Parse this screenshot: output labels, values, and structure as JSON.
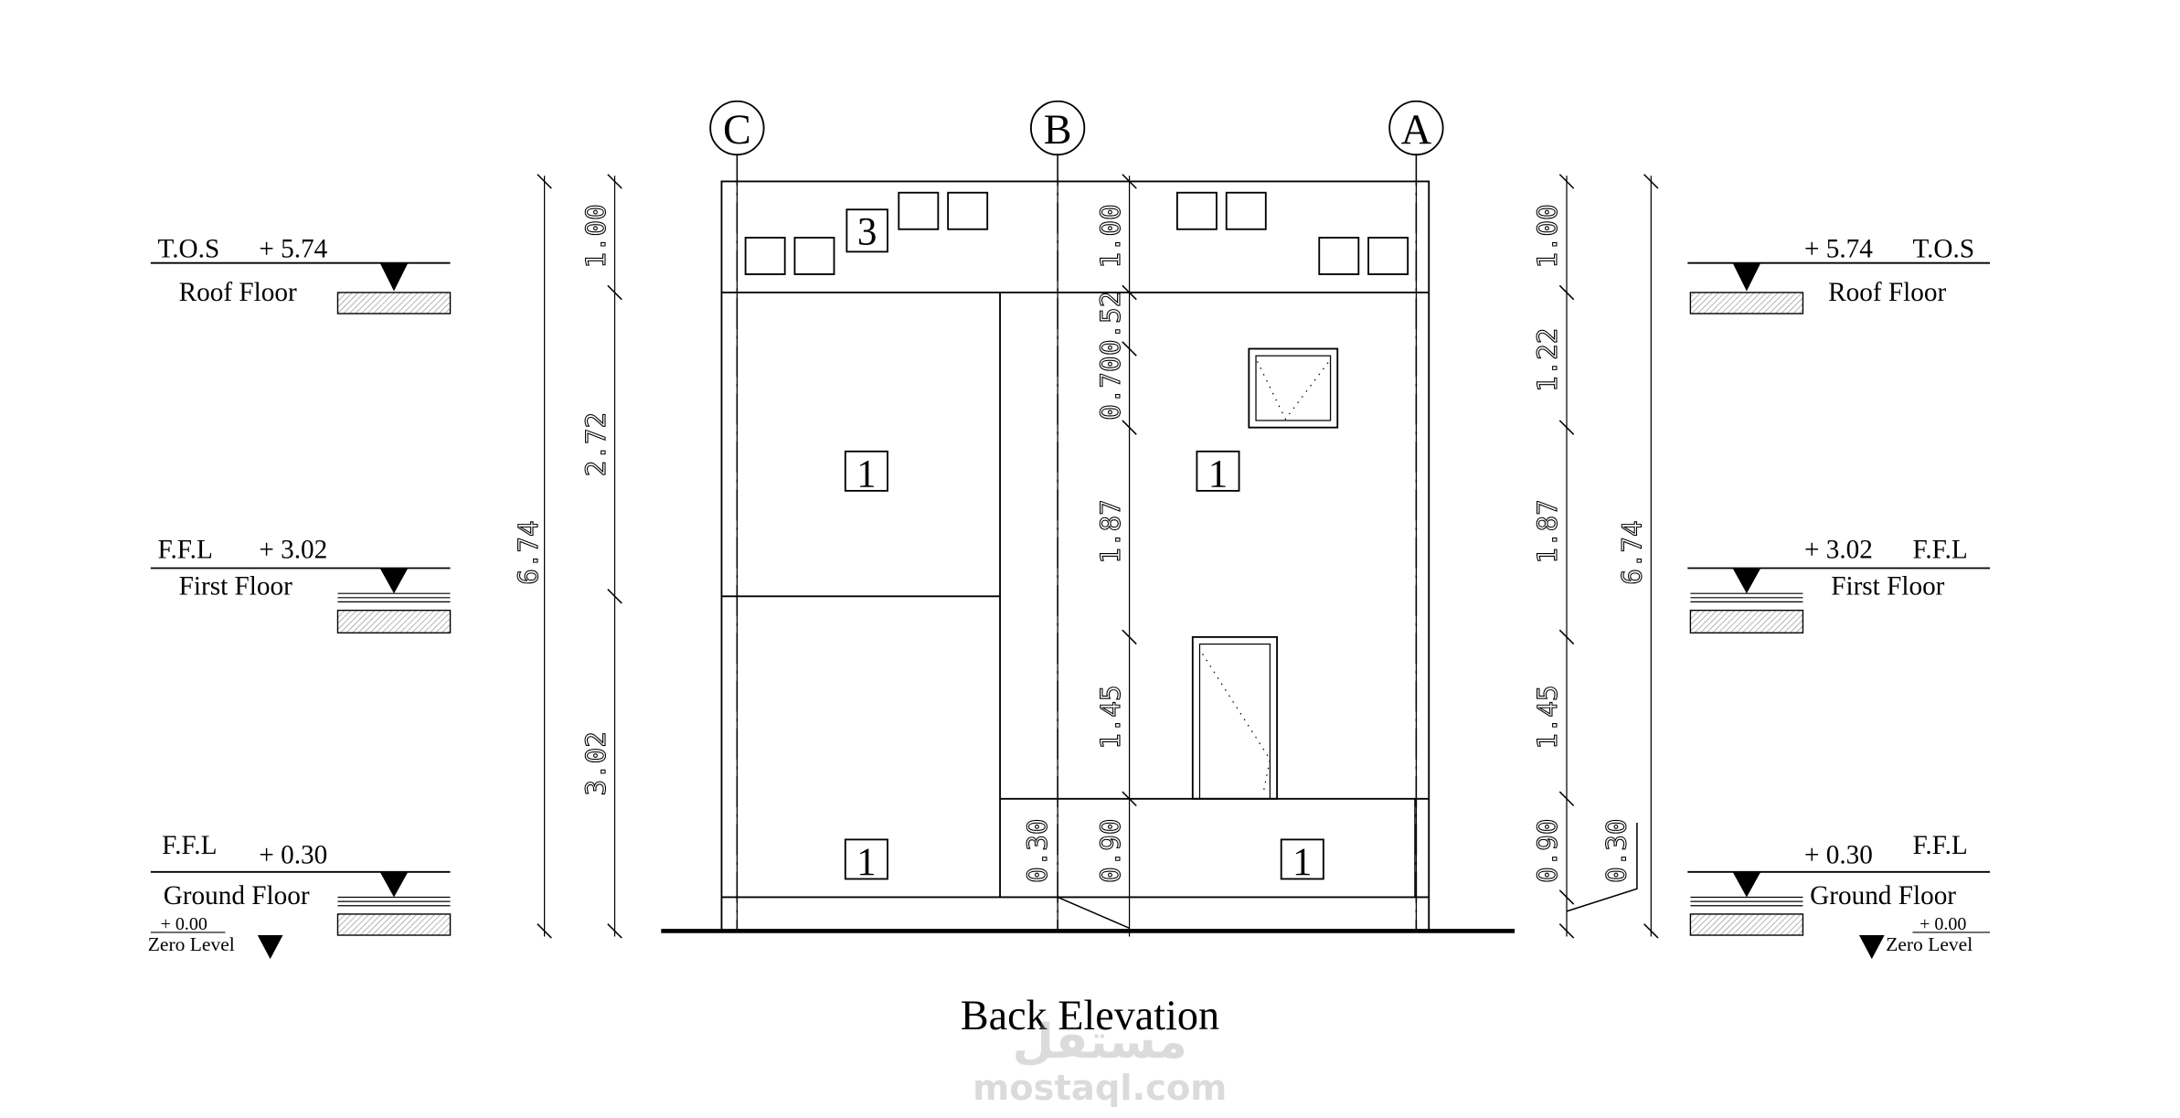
{
  "grid": {
    "c": "C",
    "b": "B",
    "a": "A"
  },
  "tags": {
    "roof_tag": "3",
    "tag1": "1"
  },
  "levels_left": {
    "tos_label": "T.O.S",
    "tos_value": "+ 5.74",
    "roof_floor": "Roof Floor",
    "ffl1_label": "F.F.L",
    "ffl1_value": "+ 3.02",
    "first_floor": "First Floor",
    "ffl0_label": "F.F.L",
    "ffl0_value": "+ 0.30",
    "ground_floor": "Ground Floor",
    "zero_value": "+ 0.00",
    "zero_label": "Zero Level"
  },
  "levels_right": {
    "tos_label": "T.O.S",
    "tos_value": "+ 5.74",
    "roof_floor": "Roof Floor",
    "ffl1_label": "F.F.L",
    "ffl1_value": "+ 3.02",
    "first_floor": "First Floor",
    "ffl0_label": "F.F.L",
    "ffl0_value": "+ 0.30",
    "ground_floor": "Ground Floor",
    "zero_value": "+ 0.00",
    "zero_label": "Zero Level"
  },
  "dims": {
    "left_total": "6.74",
    "left_parapet": "1.00",
    "left_upper": "2.72",
    "left_lower": "3.02",
    "mid_parapet": "1.00",
    "mid_052": "0.52",
    "mid_070": "0.70",
    "mid_187": "1.87",
    "mid_145": "1.45",
    "mid_090": "0.90",
    "mid_030": "0.30",
    "right_parapet": "1.00",
    "right_122": "1.22",
    "right_187": "1.87",
    "right_145": "1.45",
    "right_090": "0.90",
    "right_030": "0.30",
    "right_total": "6.74"
  },
  "title": "Back Elevation",
  "watermark": {
    "arabic": "مستقل",
    "site": "mostaql.com"
  }
}
